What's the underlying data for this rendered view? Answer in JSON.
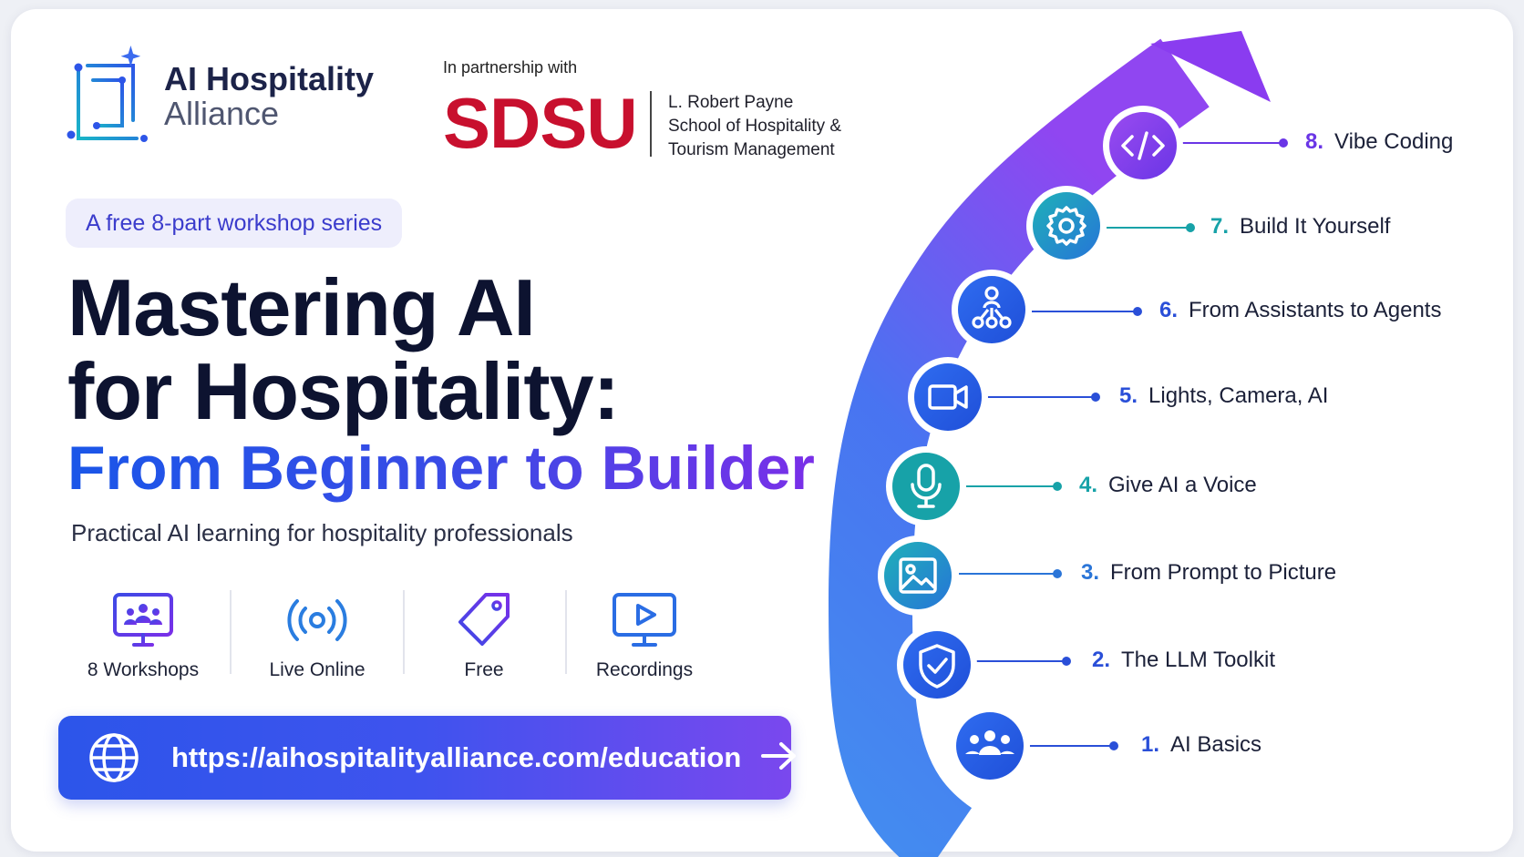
{
  "brand": {
    "line1": "AI Hospitality",
    "line2": "Alliance",
    "icon": "circuit-frame-sparkle-icon"
  },
  "partner": {
    "intro": "In partnership with",
    "logo_text": "SDSU",
    "school_line1": "L. Robert Payne",
    "school_line2": "School of Hospitality &",
    "school_line3": "Tourism Management",
    "logo_color": "#c8102e"
  },
  "badge": "A free 8-part workshop series",
  "title": {
    "line1": "Mastering AI",
    "line2": "for Hospitality:",
    "subtitle": "From Beginner to Builder"
  },
  "tagline": "Practical AI learning for hospitality professionals",
  "features": [
    {
      "label": "8 Workshops",
      "icon": "group-presentation-icon"
    },
    {
      "label": "Live Online",
      "icon": "broadcast-icon"
    },
    {
      "label": "Free",
      "icon": "price-tag-icon"
    },
    {
      "label": "Recordings",
      "icon": "video-play-icon"
    }
  ],
  "url": {
    "text": "https://aihospitalityalliance.com/education",
    "icon": "globe-icon",
    "arrow_icon": "arrow-right-icon"
  },
  "steps": [
    {
      "num": "1.",
      "label": "AI Basics",
      "icon": "people-group-icon"
    },
    {
      "num": "2.",
      "label": "The LLM Toolkit",
      "icon": "shield-check-icon"
    },
    {
      "num": "3.",
      "label": "From Prompt to Picture",
      "icon": "image-icon"
    },
    {
      "num": "4.",
      "label": "Give AI a Voice",
      "icon": "microphone-icon"
    },
    {
      "num": "5.",
      "label": "Lights, Camera, AI",
      "icon": "video-camera-icon"
    },
    {
      "num": "6.",
      "label": "From Assistants to Agents",
      "icon": "agent-network-icon"
    },
    {
      "num": "7.",
      "label": "Build It Yourself",
      "icon": "gear-icon"
    },
    {
      "num": "8.",
      "label": "Vibe Coding",
      "icon": "code-brackets-icon"
    }
  ],
  "colors": {
    "navy": "#0d1330",
    "blue": "#1a56e8",
    "purple": "#7a2fe8",
    "teal": "#17a2a8",
    "sdsu_red": "#c8102e"
  }
}
